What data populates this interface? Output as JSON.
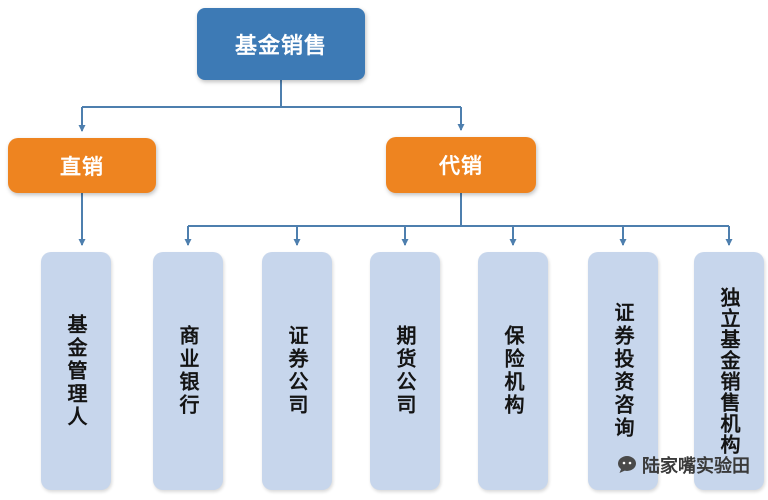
{
  "root": {
    "label": "基金销售"
  },
  "branches": [
    {
      "label": "直销"
    },
    {
      "label": "代销"
    }
  ],
  "leaves": [
    {
      "label": "基金管理人"
    },
    {
      "label": "商业银行"
    },
    {
      "label": "证券公司"
    },
    {
      "label": "期货公司"
    },
    {
      "label": "保险机构"
    },
    {
      "label": "证券投资咨询"
    },
    {
      "label": "独立基金销售机构"
    }
  ],
  "watermark": {
    "label": "陆家嘴实验田"
  },
  "colors": {
    "root_box": "#3d7ab5",
    "branch_box": "#ee8420",
    "leaf_box": "#c7d6ec",
    "connector": "#4e7fae"
  }
}
